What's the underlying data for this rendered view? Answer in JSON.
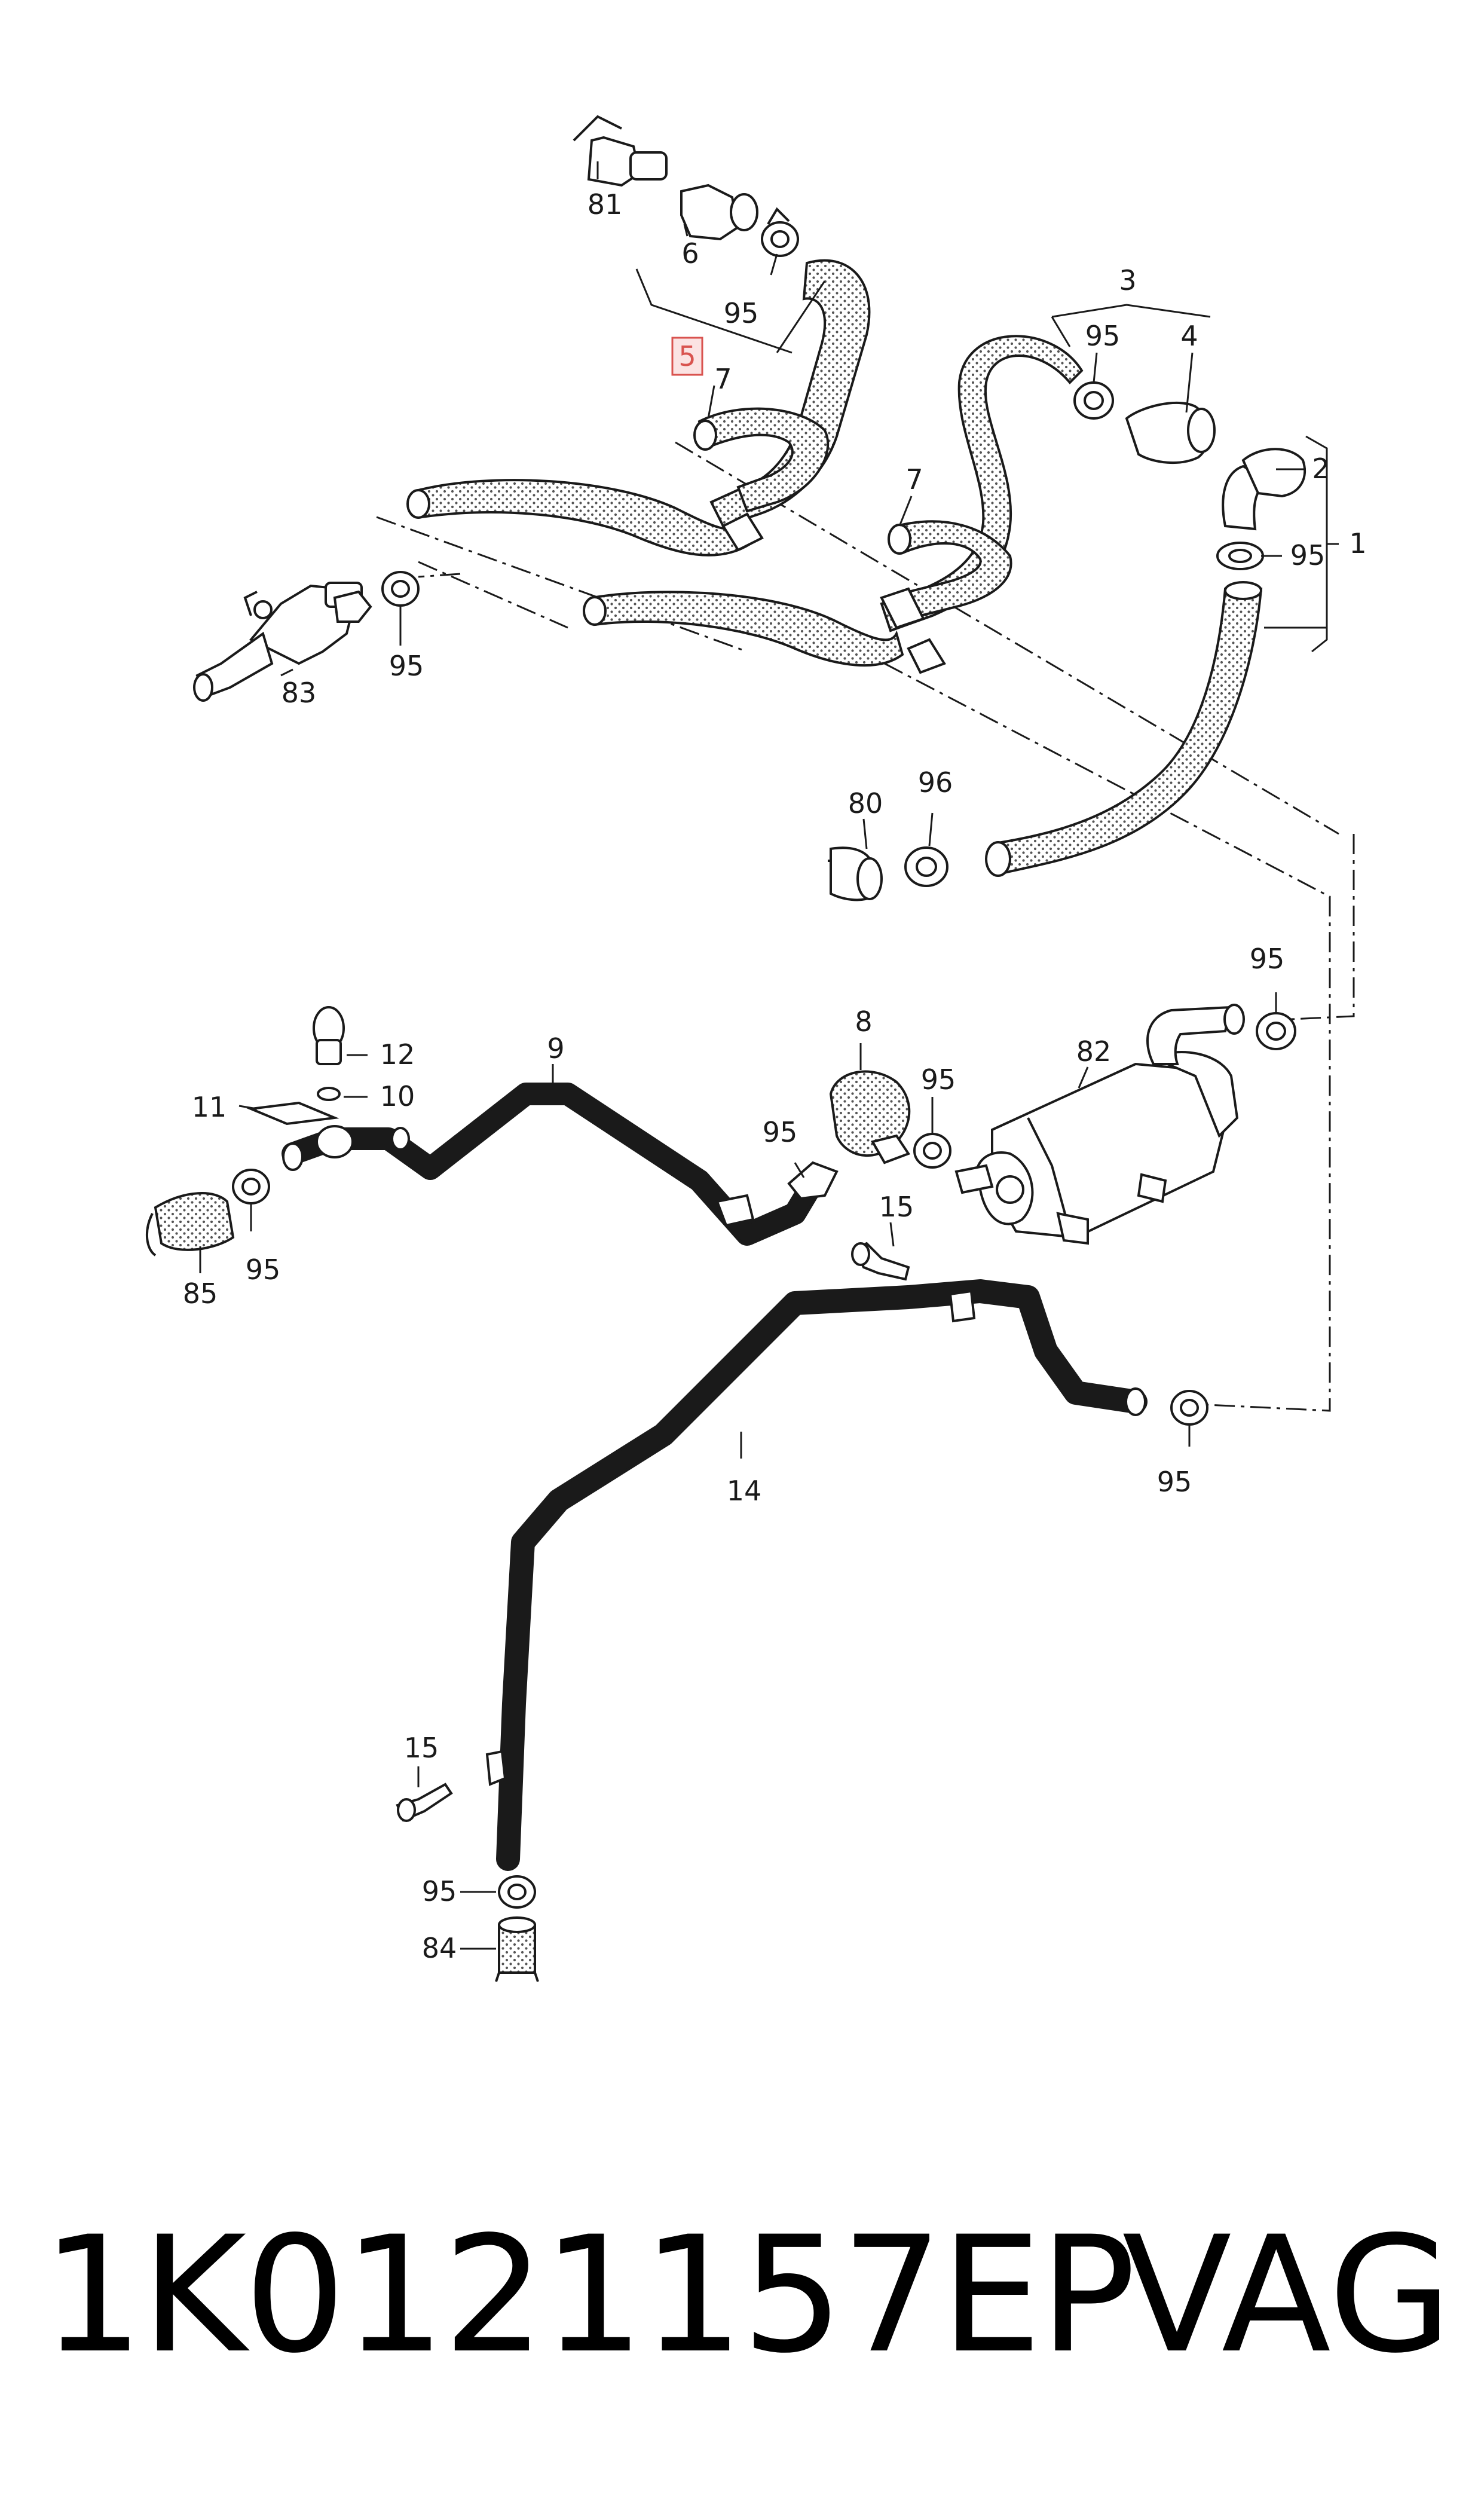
{
  "diagram": {
    "callouts": {
      "c81": "81",
      "c6": "6",
      "c95_top": "95",
      "c5": "5",
      "c7_left": "7",
      "c3": "3",
      "c95_group3": "95",
      "c4": "4",
      "c2": "2",
      "c95_right": "95",
      "c1": "1",
      "c7_mid": "7",
      "c83": "83",
      "c95_valve": "95",
      "c80": "80",
      "c96": "96",
      "c95_cooler_top": "95",
      "c8": "8",
      "c9": "9",
      "c12": "12",
      "c10": "10",
      "c11": "11",
      "c95_pipe9": "95",
      "c95_cooler_in": "95",
      "c82": "82",
      "c85": "85",
      "c95_85": "95",
      "c15_mid": "15",
      "c14": "14",
      "c95_pipe14": "95",
      "c15_low": "15",
      "c95_bottom": "95",
      "c84": "84"
    },
    "highlight_color": "#d9534f"
  },
  "footer": {
    "part_number": "1K0121157EP",
    "brand": "VAG"
  }
}
